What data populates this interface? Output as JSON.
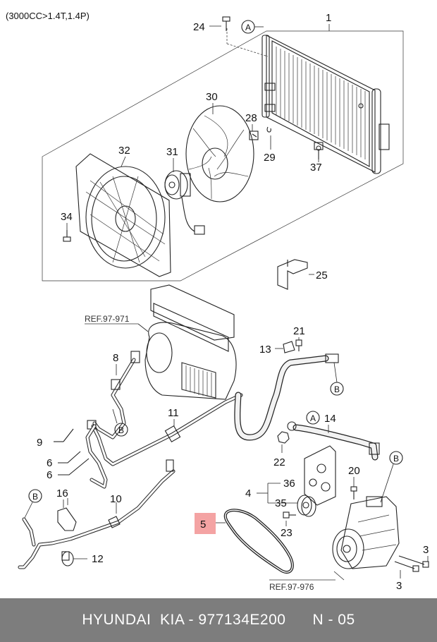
{
  "header_note": "(3000CC>1.4T,1.4P)",
  "refs": {
    "ref_heater": "REF.97-971",
    "ref_compressor": "REF.97-976"
  },
  "circle_markers": {
    "a": "A",
    "b": "B"
  },
  "callouts": {
    "c1": "1",
    "c3a": "3",
    "c3b": "3",
    "c5": "5",
    "c6a": "6",
    "c6b": "6",
    "c8": "8",
    "c9": "9",
    "c10": "10",
    "c11": "11",
    "c12": "12",
    "c13": "13",
    "c14": "14",
    "c16": "16",
    "c20": "20",
    "c21": "21",
    "c22": "22",
    "c23": "23",
    "c24": "24",
    "c25": "25",
    "c28": "28",
    "c29": "29",
    "c30": "30",
    "c31": "31",
    "c32": "32",
    "c34": "34",
    "c35": "35",
    "c36": "36",
    "c37": "37"
  },
  "highlight_color": "#f4a3a3",
  "footer": {
    "brand": "HYUNDAI  KIA - 977134E200",
    "page": "N - 05",
    "background": "#7d7d7d"
  }
}
